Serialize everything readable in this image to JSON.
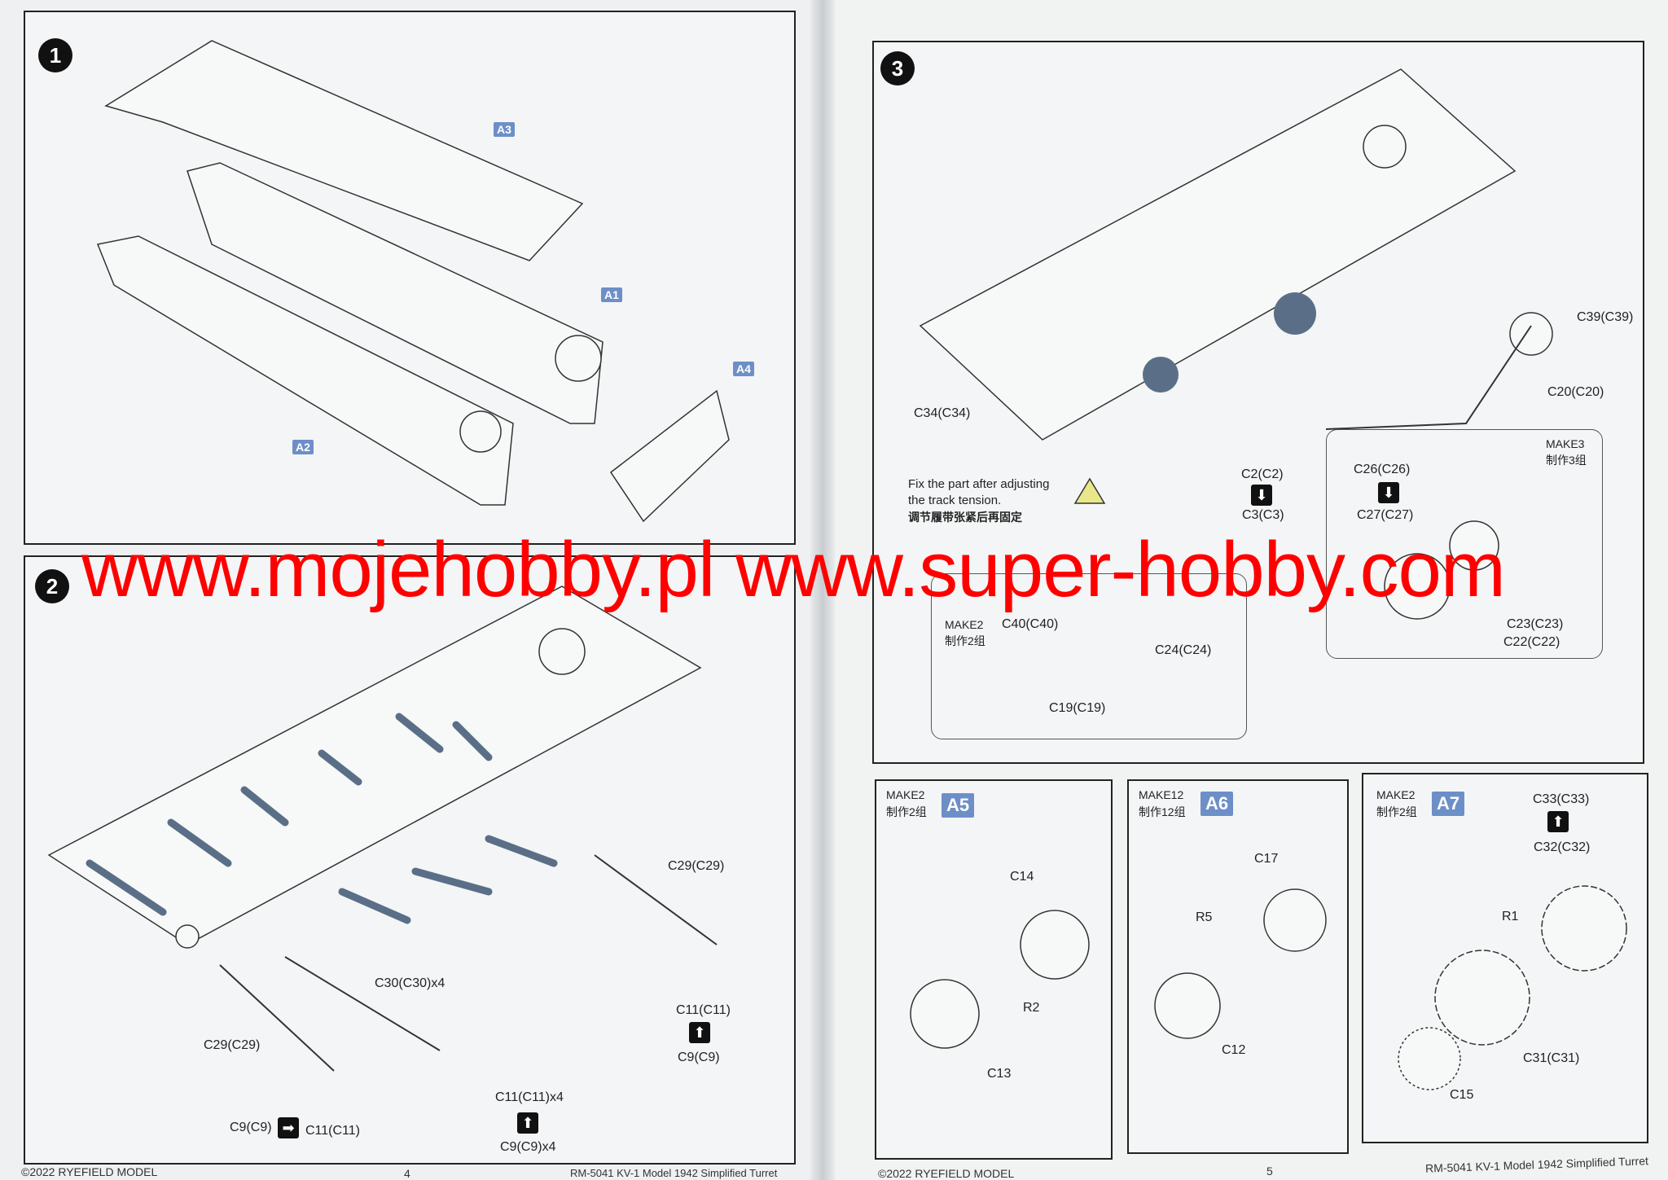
{
  "watermark": "www.mojehobby.pl www.super-hobby.com",
  "steps": [
    "1",
    "2",
    "3"
  ],
  "step1": {
    "parts": [
      "A3",
      "A1",
      "A4",
      "A2"
    ]
  },
  "step2": {
    "labels": [
      "C29(C29)",
      "C30(C30)x4",
      "C11(C11)",
      "C9(C9)",
      "C29(C29)",
      "C11(C11)x4",
      "C9(C9)x4",
      "C9(C9)",
      "C11(C11)"
    ]
  },
  "step3": {
    "labels": [
      "C34(C34)",
      "C2(C2)",
      "C3(C3)",
      "C39(C39)",
      "C20(C20)"
    ],
    "note_en_1": "Fix the part after adjusting",
    "note_en_2": "the track tension.",
    "note_zh": "调节履带张紧后再固定",
    "make3": {
      "title": "MAKE3",
      "title_zh": "制作3组",
      "labels": [
        "C26(C26)",
        "C27(C27)",
        "C23(C23)",
        "C22(C22)"
      ]
    },
    "make2": {
      "title": "MAKE2",
      "title_zh": "制作2组",
      "labels": [
        "C40(C40)",
        "C24(C24)",
        "C19(C19)"
      ]
    }
  },
  "subassemblies": [
    {
      "make": "MAKE2",
      "make_zh": "制作2组",
      "badge": "A5",
      "labels": [
        "C14",
        "R2",
        "C13"
      ]
    },
    {
      "make": "MAKE12",
      "make_zh": "制作12组",
      "badge": "A6",
      "labels": [
        "C17",
        "R5",
        "C12"
      ]
    },
    {
      "make": "MAKE2",
      "make_zh": "制作2组",
      "badge": "A7",
      "labels": [
        "C33(C33)",
        "C32(C32)",
        "R1",
        "C31(C31)",
        "C15"
      ]
    }
  ],
  "footer": {
    "left_copyright": "©2022 RYEFIELD MODEL",
    "left_page": "4",
    "left_title": "RM-5041 KV-1 Model 1942 Simplified Turret",
    "right_copyright": "©2022 RYEFIELD MODEL",
    "right_page": "5",
    "right_title": "RM-5041 KV-1 Model 1942 Simplified Turret"
  }
}
